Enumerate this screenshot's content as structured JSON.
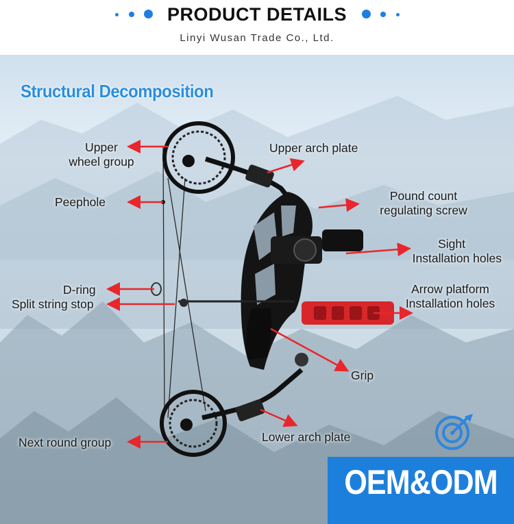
{
  "header": {
    "title": "PRODUCT DETAILS",
    "company": "Linyi Wusan Trade Co., Ltd."
  },
  "section_title": "Structural Decomposition",
  "labels": {
    "upper_wheel_group": [
      "Upper",
      "wheel group"
    ],
    "upper_arch_plate": "Upper arch plate",
    "peephole": "Peephole",
    "pound_screw": [
      "Pound count",
      "regulating screw"
    ],
    "sight_holes": [
      "Sight",
      "Installation holes"
    ],
    "d_ring": "D-ring",
    "split_string_stop": "Split string stop",
    "arrow_platform": [
      "Arrow platform",
      "Installation holes"
    ],
    "grip": "Grip",
    "lower_arch_plate": "Lower arch plate",
    "next_round_group": "Next round group"
  },
  "badge": "OEM&ODM",
  "colors": {
    "accent": "#1f7fe0",
    "arrow": "#e8262b",
    "badge_bg": "#1d7fdc"
  },
  "icons": [
    "target-icon",
    "compound-bow-image"
  ]
}
